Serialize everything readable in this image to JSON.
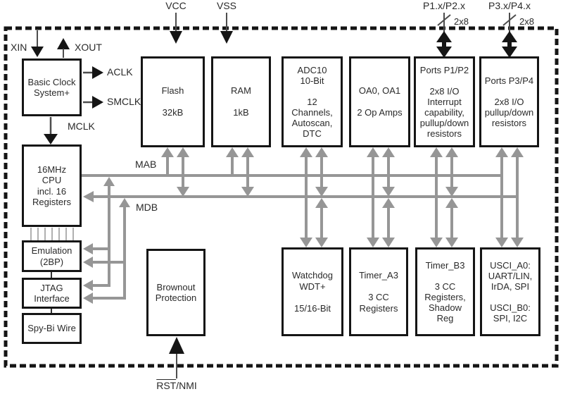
{
  "title": "MCU functional block diagram",
  "pins": {
    "vcc": "VCC",
    "vss": "VSS",
    "p1p2": "P1.x/P2.x",
    "p3p4": "P3.x/P4.x",
    "bus_width_p1p2": "2x8",
    "bus_width_p3p4": "2x8",
    "xin": "XIN",
    "xout": "XOUT",
    "rst_bar": "RST",
    "rst_rest": "/NMI"
  },
  "clocks": {
    "aclk": "ACLK",
    "smclk": "SMCLK",
    "mclk": "MCLK"
  },
  "buses": {
    "mab": "MAB",
    "mdb": "MDB"
  },
  "blocks": {
    "basic_clock": "Basic Clock\nSystem+",
    "cpu": "16MHz\nCPU\nincl. 16\nRegisters",
    "emulation": "Emulation\n(2BP)",
    "jtag": "JTAG\nInterface",
    "spy_bi_wire": "Spy-Bi Wire",
    "flash": "Flash\n\n32kB",
    "ram": "RAM\n\n1kB",
    "adc10": "ADC10\n10-Bit\n\n12\nChannels,\nAutoscan,\nDTC",
    "op_amps": "OA0, OA1\n\n2 Op Amps",
    "ports_p1_p2": "Ports P1/P2\n\n2x8 I/O\nInterrupt\ncapability,\npullup/down\nresistors",
    "ports_p3_p4": "Ports P3/P4\n\n2x8 I/O\npullup/down\nresistors",
    "brownout": "Brownout\nProtection",
    "watchdog": "Watchdog\nWDT+\n\n15/16-Bit",
    "timer_a3": "Timer_A3\n\n3 CC\nRegisters",
    "timer_b3": "Timer_B3\n\n3 CC\nRegisters,\nShadow\nReg",
    "usci": "USCI_A0:\nUART/LIN,\nIrDA, SPI\n\nUSCI_B0:\nSPI, I2C"
  },
  "colors": {
    "bus_gray": "#969696",
    "ink": "#151515"
  }
}
